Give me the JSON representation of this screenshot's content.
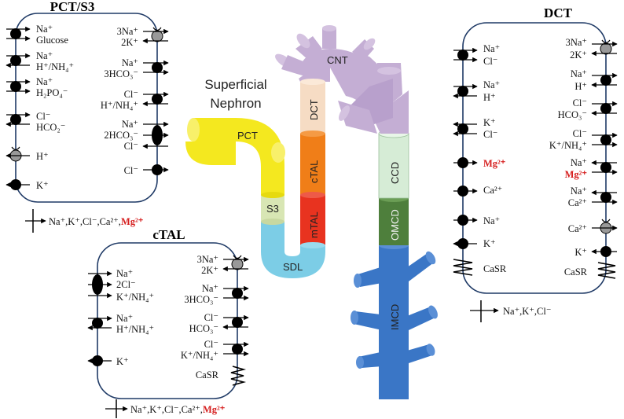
{
  "colors": {
    "pct": "#f4e81f",
    "s3": "#d8e6b4",
    "sdl": "#7ccde6",
    "mtal": "#e8331f",
    "ctal": "#f07e18",
    "dct": "#f6dcc4",
    "cnt": "#c4aed4",
    "ccd": "#d6ecd6",
    "omcd": "#4e7f3c",
    "imcd": "#3a76c6",
    "highlight": "#d62020"
  },
  "nephron": {
    "title_line1": "Superficial",
    "title_line2": "Nephron",
    "segments": {
      "pct": "PCT",
      "s3": "S3",
      "sdl": "SDL",
      "mtal": "mTAL",
      "ctal": "cTAL",
      "dct": "DCT",
      "cnt": "CNT",
      "ccd": "CCD",
      "omcd": "OMCD",
      "imcd": "IMCD"
    }
  },
  "cells": {
    "pct": {
      "title": "PCT/S3",
      "apical": [
        {
          "label": "Na⁺",
          "icon": "filled"
        },
        {
          "label": "Glucose",
          "icon": "none"
        },
        {
          "label": "Na⁺",
          "icon": "filled"
        },
        {
          "label": "H⁺/NH₄⁺",
          "icon": "none"
        },
        {
          "label": "Na⁺",
          "icon": "filled"
        },
        {
          "label": "H₂PO₄⁻",
          "icon": "none"
        },
        {
          "label": "Cl⁻",
          "icon": "filled"
        },
        {
          "label": "HCO₂⁻",
          "icon": "none"
        },
        {
          "label": "H⁺",
          "icon": "pump"
        },
        {
          "label": "K⁺",
          "icon": "filled"
        }
      ],
      "basolateral": [
        {
          "label": "3Na⁺"
        },
        {
          "label": "2K⁺"
        },
        {
          "label": "Na⁺"
        },
        {
          "label": "3HCO₃⁻"
        },
        {
          "label": "Cl⁻"
        },
        {
          "label": "H⁺/NH₄⁺"
        },
        {
          "label": "Na⁺"
        },
        {
          "label": "2HCO₃⁻"
        },
        {
          "label": "Cl⁻"
        },
        {
          "label": "Cl⁻"
        }
      ],
      "paracellular": "Na⁺,K⁺,Cl⁻,Ca²⁺,",
      "paracellular_highlight": "Mg²⁺"
    },
    "ctal": {
      "title": "cTAL",
      "apical": [
        {
          "label": "Na⁺"
        },
        {
          "label": "2Cl⁻"
        },
        {
          "label": "K⁺/NH₄⁺"
        },
        {
          "label": "Na⁺"
        },
        {
          "label": "H⁺/NH₄⁺"
        },
        {
          "label": "K⁺"
        }
      ],
      "basolateral": [
        {
          "label": "3Na⁺"
        },
        {
          "label": "2K⁺"
        },
        {
          "label": "Na⁺"
        },
        {
          "label": "3HCO₃⁻"
        },
        {
          "label": "Cl⁻"
        },
        {
          "label": "HCO₃⁻"
        },
        {
          "label": "Cl⁻"
        },
        {
          "label": "K⁺/NH₄⁺"
        },
        {
          "label": "CaSR"
        }
      ],
      "paracellular": "Na⁺,K⁺,Cl⁻,Ca²⁺,",
      "paracellular_highlight": "Mg²⁺"
    },
    "dct": {
      "title": "DCT",
      "apical": [
        {
          "label": "Na⁺"
        },
        {
          "label": "Cl⁻"
        },
        {
          "label": "Na⁺"
        },
        {
          "label": "H⁺"
        },
        {
          "label": "K⁺"
        },
        {
          "label": "Cl⁻"
        },
        {
          "label": "Mg²⁺",
          "highlight": true
        },
        {
          "label": "Ca²⁺"
        },
        {
          "label": "Na⁺"
        },
        {
          "label": "K⁺"
        },
        {
          "label": "CaSR"
        }
      ],
      "basolateral": [
        {
          "label": "3Na⁺"
        },
        {
          "label": "2K⁺"
        },
        {
          "label": "Na⁺"
        },
        {
          "label": "H⁺"
        },
        {
          "label": "Cl⁻"
        },
        {
          "label": "HCO₃⁻"
        },
        {
          "label": "Cl⁻"
        },
        {
          "label": "K⁺/NH₄⁺"
        },
        {
          "label": "Na⁺"
        },
        {
          "label": "Mg²⁺",
          "highlight": true
        },
        {
          "label": "Na⁺"
        },
        {
          "label": "Ca²⁺"
        },
        {
          "label": "Ca²⁺"
        },
        {
          "label": "K⁺"
        },
        {
          "label": "CaSR"
        }
      ],
      "paracellular": "Na⁺,K⁺,Cl⁻"
    }
  }
}
